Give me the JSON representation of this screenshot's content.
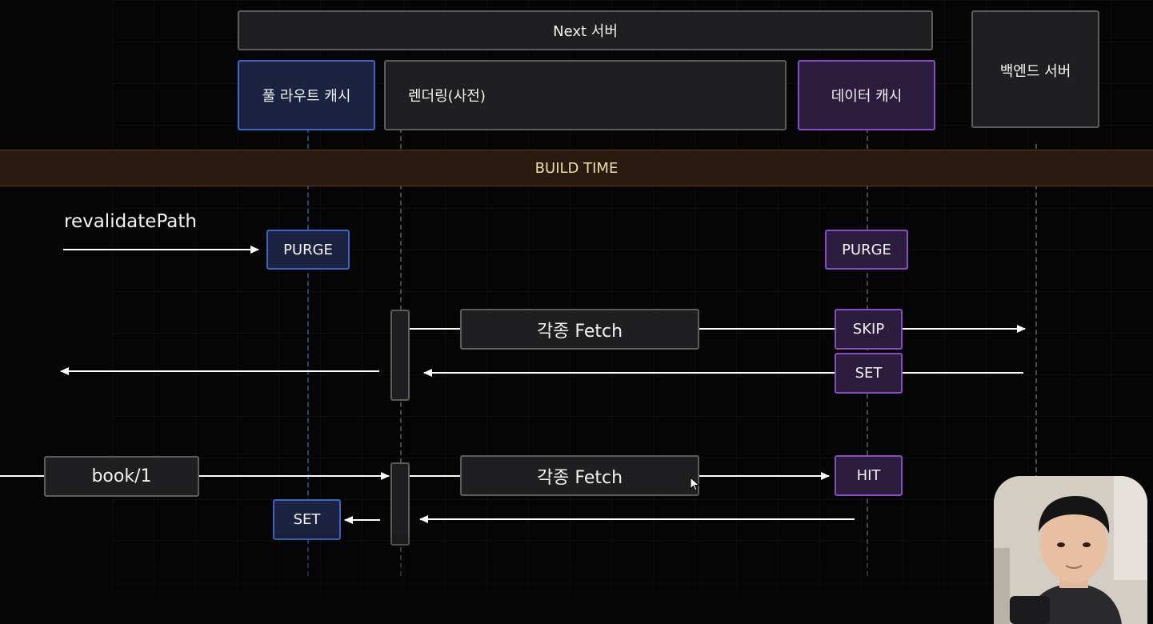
{
  "columns": {
    "next_server": "Next 서버",
    "full_route_cache": "풀 라우트 캐시",
    "rendering": "렌더링(사전)",
    "data_cache": "데이터 캐시",
    "backend_server": "백엔드 서버"
  },
  "band": {
    "label": "BUILD TIME"
  },
  "revalidate": {
    "label": "revalidatePath",
    "purge_route": "PURGE",
    "purge_data": "PURGE",
    "fetch": "각종 Fetch",
    "skip": "SKIP",
    "set": "SET"
  },
  "request": {
    "path": "book/1",
    "fetch": "각종 Fetch",
    "hit": "HIT",
    "set": "SET"
  },
  "colors": {
    "background": "#050506",
    "route_cache": "#3d66c4",
    "data_cache": "#8a4cc4",
    "band": "#2a1a10"
  },
  "icons": {
    "cursor": "mouse-pointer-icon"
  }
}
